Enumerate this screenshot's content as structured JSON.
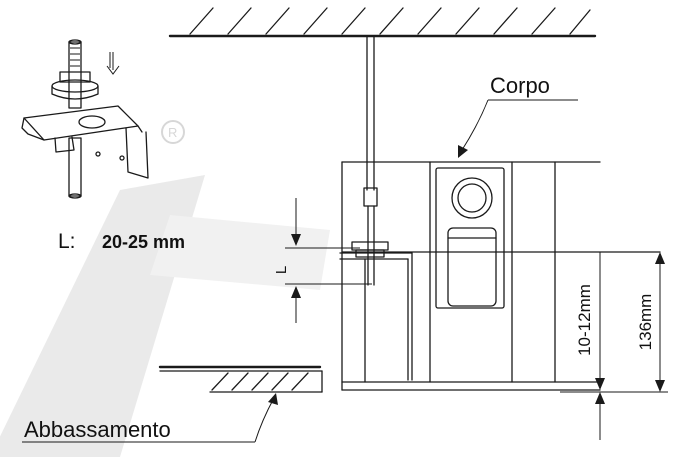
{
  "labels": {
    "body": "Corpo",
    "lowering": "Abbassamento",
    "length_caption_letter": "L:",
    "length_caption_value": "20-25 mm",
    "dimension_L": "L",
    "dimension_gap": "10-12mm",
    "dimension_height": "136mm"
  },
  "colors": {
    "line": "#1a1a1a",
    "watermark": "#c7c7c7",
    "background": "#ffffff"
  },
  "icons": {
    "watermark": "watermark-icon",
    "registered_mark": "registered-mark-icon",
    "down_arrow": "down-arrow-icon"
  }
}
